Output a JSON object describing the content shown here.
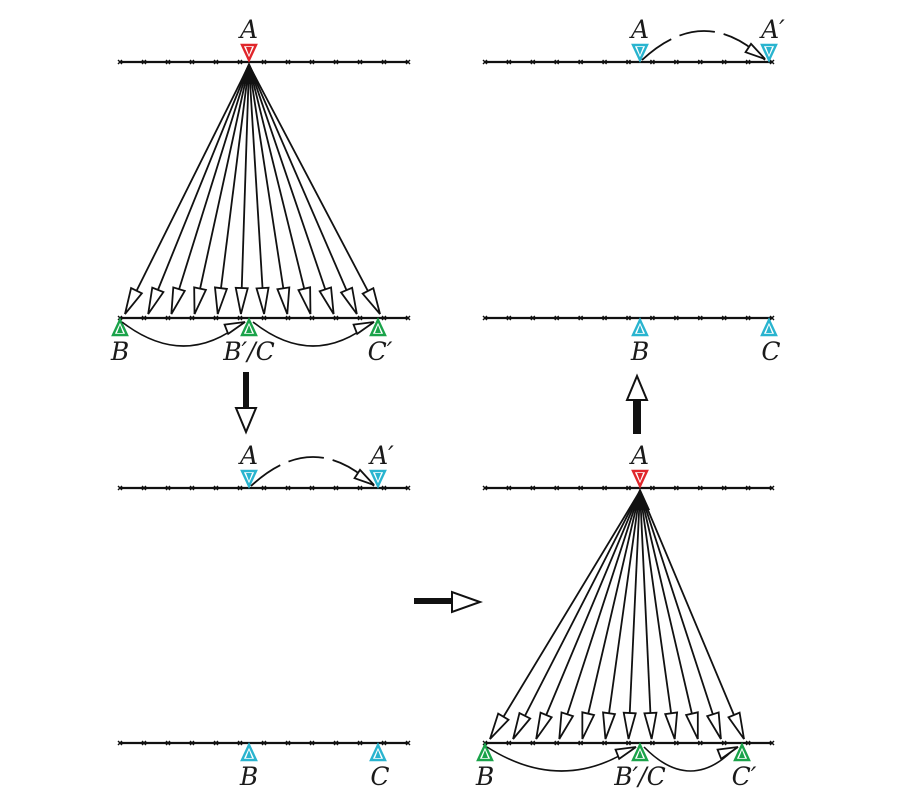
{
  "labels": {
    "a": "A",
    "a_prime": "A′",
    "b": "B",
    "c": "C",
    "b_prime_c": "B′/C",
    "c_prime": "C′"
  },
  "colors": {
    "red": "#e0262b",
    "green": "#1aa34a",
    "cyan": "#29b4cf",
    "ink": "#111111"
  },
  "panels": [
    {
      "id": "top-left",
      "type": "fan"
    },
    {
      "id": "top-right",
      "type": "shifted"
    },
    {
      "id": "bottom-left",
      "type": "shifted"
    },
    {
      "id": "bottom-right",
      "type": "fan"
    }
  ],
  "flow_arrows": [
    {
      "id": "down",
      "icon": "down-arrow-icon"
    },
    {
      "id": "right",
      "icon": "right-arrow-icon"
    },
    {
      "id": "up",
      "icon": "up-arrow-icon"
    }
  ]
}
